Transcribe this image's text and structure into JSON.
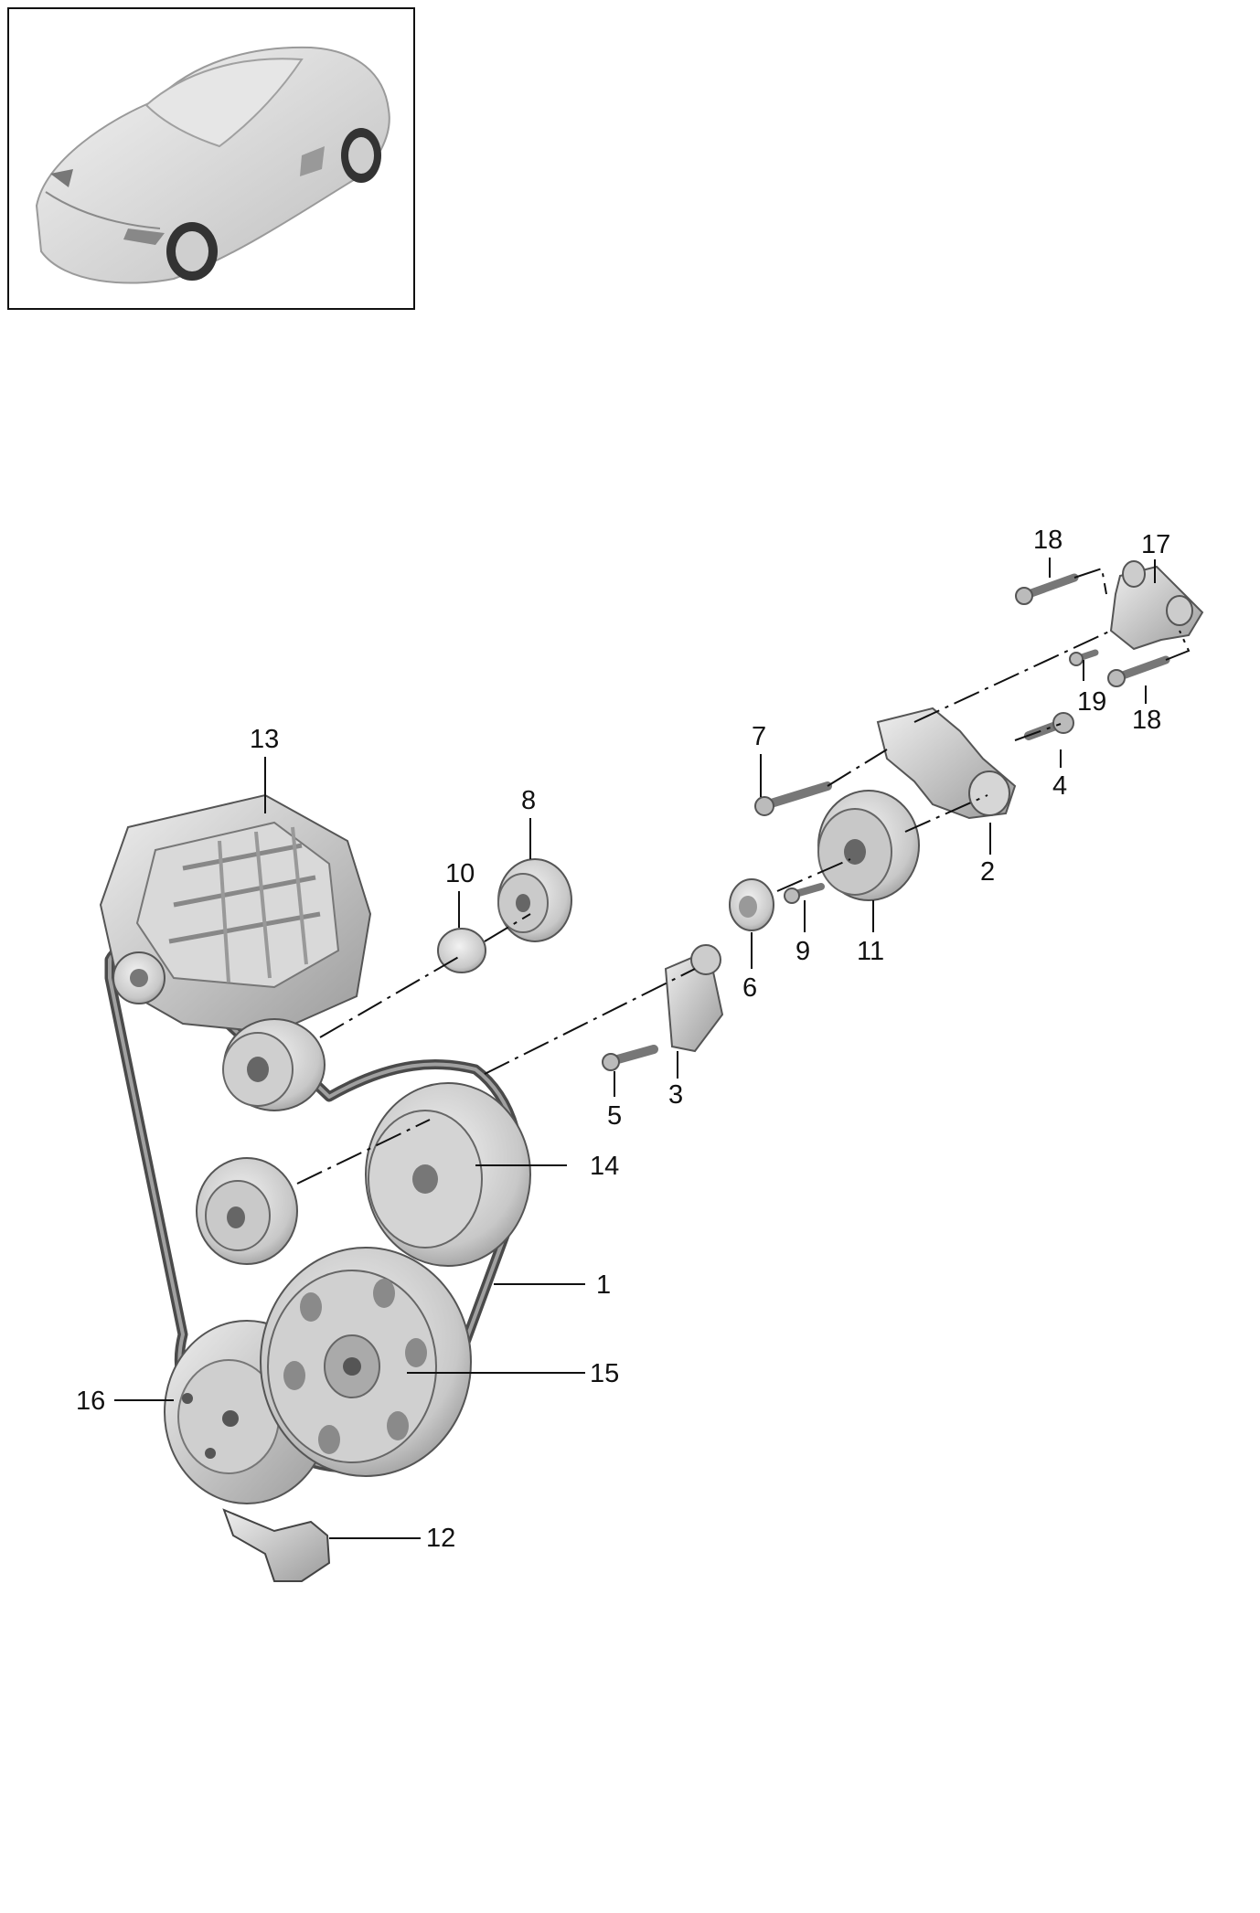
{
  "callouts": [
    "1",
    "2",
    "3",
    "4",
    "5",
    "6",
    "7",
    "8",
    "9",
    "10",
    "11",
    "12",
    "13",
    "14",
    "15",
    "16",
    "17",
    "18",
    "18",
    "19"
  ]
}
